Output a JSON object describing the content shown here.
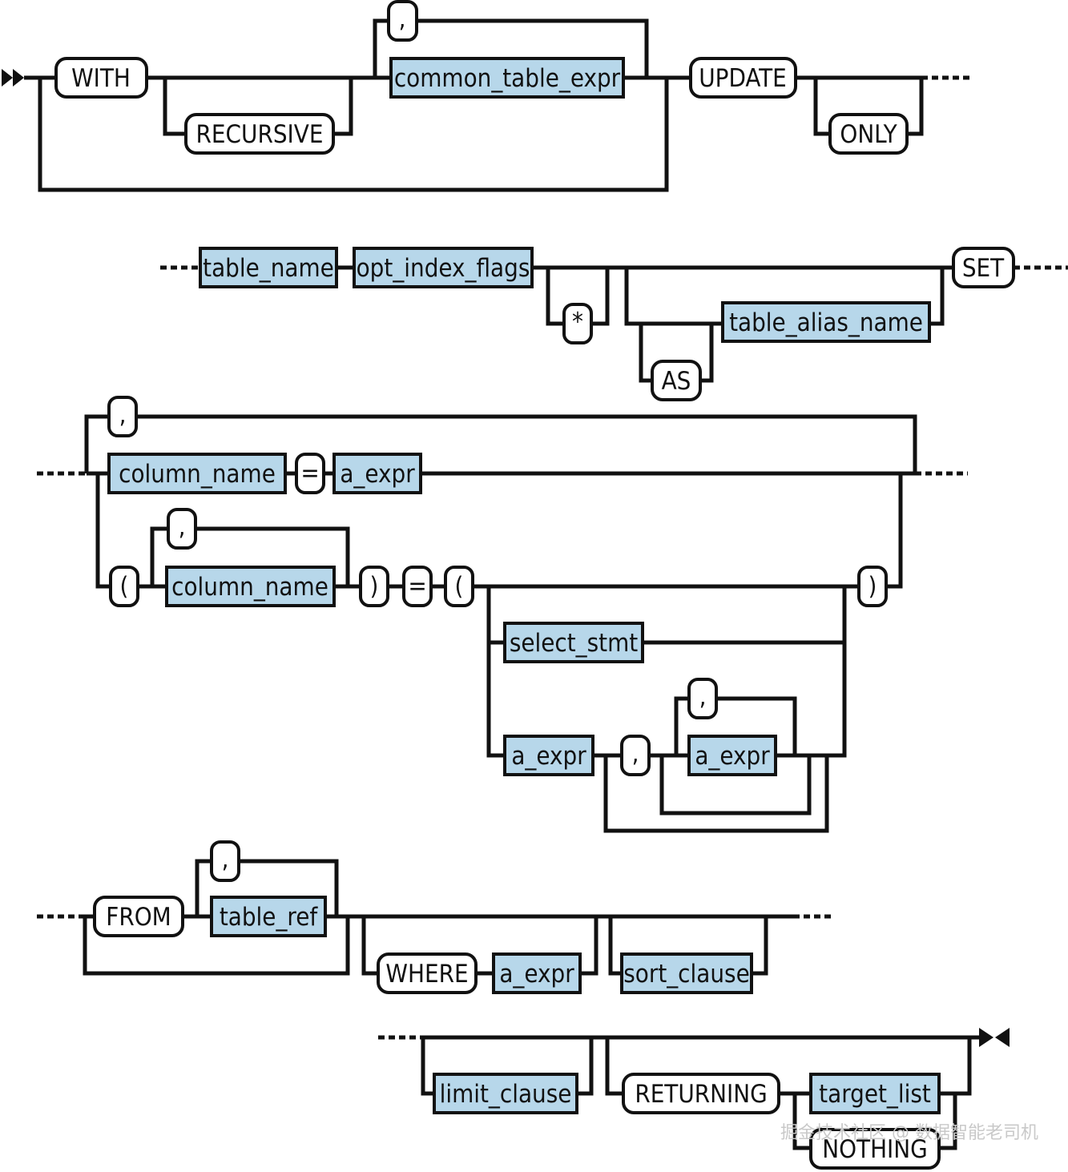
{
  "colors": {
    "nonterminal_fill": "#b7d7ea",
    "line": "#111111",
    "watermark": "#c9c9c9"
  },
  "icons": {
    "start": "double-arrow-start-icon",
    "end": "bowtie-end-icon"
  },
  "tokens": {
    "with": "WITH",
    "recursive": "RECURSIVE",
    "comma_cte": ",",
    "common_table_expr": "common_table_expr",
    "update": "UPDATE",
    "only": "ONLY",
    "table_name": "table_name",
    "opt_index_flags": "opt_index_flags",
    "star": "*",
    "as": "AS",
    "table_alias_name": "table_alias_name",
    "set": "SET",
    "comma_set": ",",
    "column_name_1": "column_name",
    "eq_1": "=",
    "a_expr_1": "a_expr",
    "lparen_1": "(",
    "comma_col": ",",
    "column_name_2": "column_name",
    "rparen_1": ")",
    "eq_2": "=",
    "lparen_2": "(",
    "rparen_2": ")",
    "select_stmt": "select_stmt",
    "a_expr_2": "a_expr",
    "comma_sep": ",",
    "comma_expr": ",",
    "a_expr_3": "a_expr",
    "from": "FROM",
    "comma_ref": ",",
    "table_ref": "table_ref",
    "where": "WHERE",
    "a_expr_4": "a_expr",
    "sort_clause": "sort_clause",
    "limit_clause": "limit_clause",
    "returning": "RETURNING",
    "target_list": "target_list",
    "nothing": "NOTHING"
  },
  "watermark": "掘金技术社区 @ 数据智能老司机"
}
